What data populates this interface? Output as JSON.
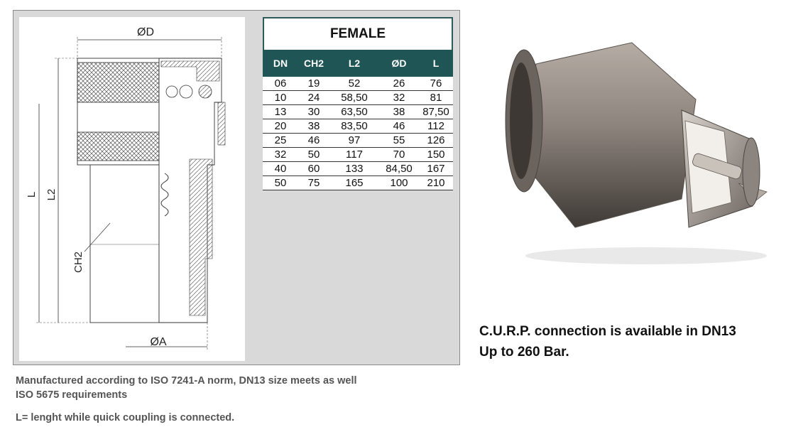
{
  "drawing": {
    "label_d": "ØD",
    "label_a": "ØA",
    "label_l": "L",
    "label_l2": "L2",
    "label_ch2": "CH2"
  },
  "table": {
    "title": "FEMALE",
    "headers": [
      "DN",
      "CH2",
      "L2",
      "ØD",
      "L"
    ],
    "rows": [
      [
        "06",
        "19",
        "52",
        "26",
        "76"
      ],
      [
        "10",
        "24",
        "58,50",
        "32",
        "81"
      ],
      [
        "13",
        "30",
        "63,50",
        "38",
        "87,50"
      ],
      [
        "20",
        "38",
        "83,50",
        "46",
        "112"
      ],
      [
        "25",
        "46",
        "97",
        "55",
        "126"
      ],
      [
        "32",
        "50",
        "117",
        "70",
        "150"
      ],
      [
        "40",
        "60",
        "133",
        "84,50",
        "167"
      ],
      [
        "50",
        "75",
        "165",
        "100",
        "210"
      ]
    ]
  },
  "curp": {
    "line1": "C.U.R.P. connection is available in DN13",
    "line2": "Up to 260 Bar."
  },
  "notes": {
    "iso_line1": "Manufactured according to ISO 7241-A norm, DN13 size meets as well",
    "iso_line2": "ISO 5675 requirements",
    "length_note": "L= lenght while quick coupling is connected."
  }
}
